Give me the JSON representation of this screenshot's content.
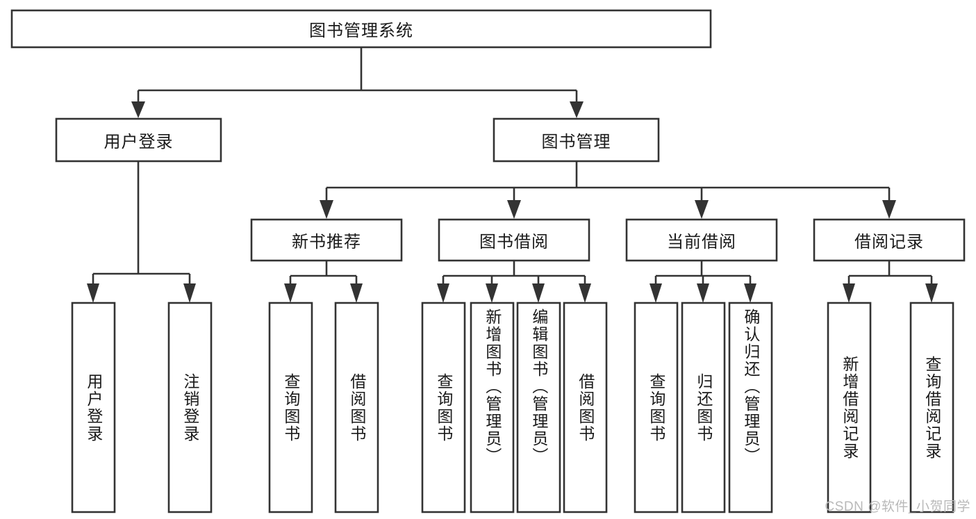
{
  "diagram": {
    "type": "tree-hierarchy",
    "title": "图书管理系统",
    "orientation": "top-down",
    "colors": {
      "box_fill": "#ffffff",
      "box_stroke": "#333333",
      "text": "#1a1a1a",
      "background": "#ffffff",
      "watermark": "#b9b9b9"
    },
    "root": {
      "label": "图书管理系统"
    },
    "level1": [
      {
        "label": "用户登录"
      },
      {
        "label": "图书管理"
      }
    ],
    "level2": [
      {
        "label": "新书推荐"
      },
      {
        "label": "图书借阅"
      },
      {
        "label": "当前借阅"
      },
      {
        "label": "借阅记录"
      }
    ],
    "leaves": {
      "user_login": [
        {
          "label": "用户登录"
        },
        {
          "label": "注销登录"
        }
      ],
      "new_book_rec": [
        {
          "label": "查询图书"
        },
        {
          "label": "借阅图书"
        }
      ],
      "book_borrow": [
        {
          "label": "查询图书"
        },
        {
          "label": "新增图书（管理员）"
        },
        {
          "label": "编辑图书（管理员）"
        },
        {
          "label": "借阅图书"
        }
      ],
      "current_borrow": [
        {
          "label": "查询图书"
        },
        {
          "label": "归还图书"
        },
        {
          "label": "确认归还（管理员）"
        }
      ],
      "borrow_record": [
        {
          "label": "新增借阅记录"
        },
        {
          "label": "查询借阅记录"
        }
      ]
    }
  },
  "watermark": {
    "text": "CSDN @软件_小贺同学"
  }
}
